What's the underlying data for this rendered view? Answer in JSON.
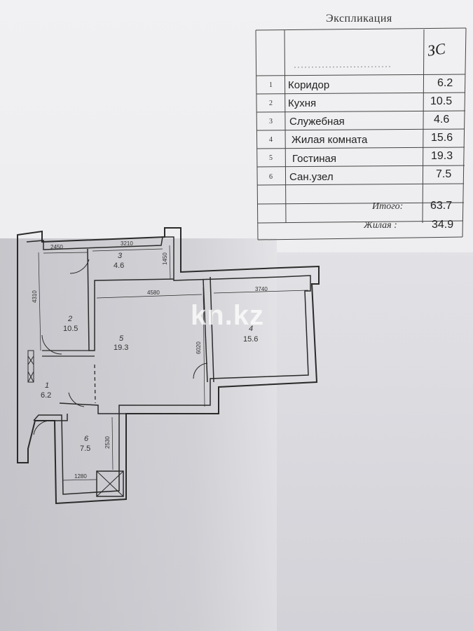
{
  "explication": {
    "title": "Экспликация",
    "signature": "ЗС",
    "rows": [
      {
        "num": "1",
        "name": "Коридор",
        "area": "6.2"
      },
      {
        "num": "2",
        "name": "Кухня",
        "area": "10.5"
      },
      {
        "num": "3",
        "name": "Служебная",
        "area": "4.6"
      },
      {
        "num": "4",
        "name": "Жилая комната",
        "area": "15.6"
      },
      {
        "num": "5",
        "name": "Гостиная",
        "area": "19.3"
      },
      {
        "num": "6",
        "name": "Сан.узел",
        "area": "7.5"
      }
    ],
    "total_label": "Итого:",
    "total_value": "63.7",
    "living_label": "Жилая :",
    "living_value": "34.9"
  },
  "plan": {
    "dimensions": {
      "d2450": "2450",
      "d3210": "3210",
      "d1450": "1450",
      "d4310": "4310",
      "d4580": "4580",
      "d3740": "3740",
      "d6020": "6020",
      "d2530": "2530",
      "d1280": "1280"
    },
    "rooms": [
      {
        "num": "3",
        "area": "4.6"
      },
      {
        "num": "2",
        "area": "10.5"
      },
      {
        "num": "5",
        "area": "19.3"
      },
      {
        "num": "4",
        "area": "15.6"
      },
      {
        "num": "1",
        "area": "6.2"
      },
      {
        "num": "6",
        "area": "7.5"
      }
    ]
  },
  "watermark": "kn.kz",
  "colors": {
    "ink": "#2a2a2a",
    "paper": "#efeff2"
  }
}
